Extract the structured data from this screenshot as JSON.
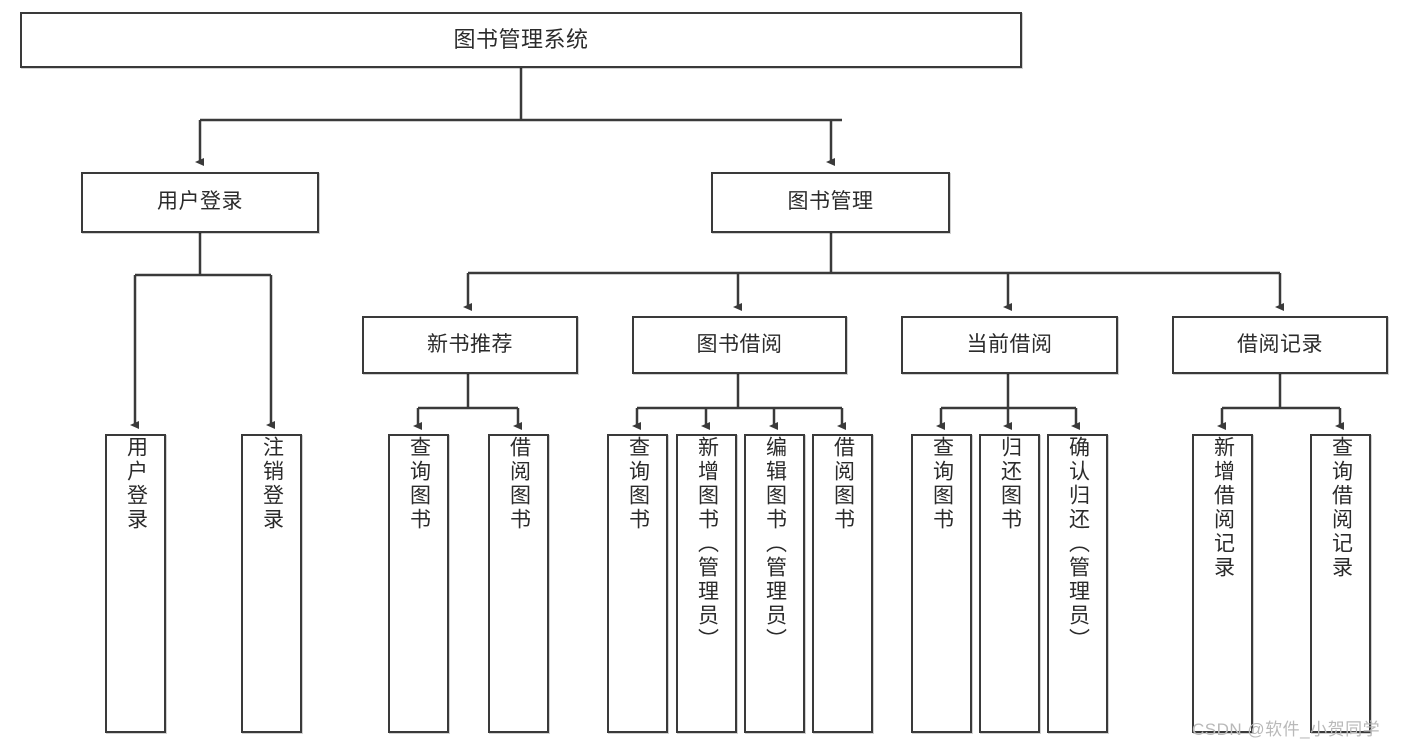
{
  "diagram": {
    "title": "图书管理系统",
    "type": "tree-hierarchy",
    "root": {
      "label": "图书管理系统"
    },
    "level1": [
      {
        "label": "用户登录"
      },
      {
        "label": "图书管理"
      }
    ],
    "level2": [
      {
        "label": "新书推荐"
      },
      {
        "label": "图书借阅"
      },
      {
        "label": "当前借阅"
      },
      {
        "label": "借阅记录"
      }
    ],
    "leaves": {
      "user_login": [
        {
          "label": "用户登录"
        },
        {
          "label": "注销登录"
        }
      ],
      "new_book_recommend": [
        {
          "label": "查询图书"
        },
        {
          "label": "借阅图书"
        }
      ],
      "book_borrow": [
        {
          "label": "查询图书"
        },
        {
          "label": "新增图书（管理员）"
        },
        {
          "label": "编辑图书（管理员）"
        },
        {
          "label": "借阅图书"
        }
      ],
      "current_borrow": [
        {
          "label": "查询图书"
        },
        {
          "label": "归还图书"
        },
        {
          "label": "确认归还（管理员）"
        }
      ],
      "borrow_record": [
        {
          "label": "新增借阅记录"
        },
        {
          "label": "查询借阅记录"
        }
      ]
    }
  },
  "watermark": {
    "text": "CSDN @软件_小贺同学"
  },
  "colors": {
    "stroke": "#3a3a3a",
    "text": "#2b2b2b",
    "background": "#ffffff",
    "watermark": "#b9b9b9"
  }
}
